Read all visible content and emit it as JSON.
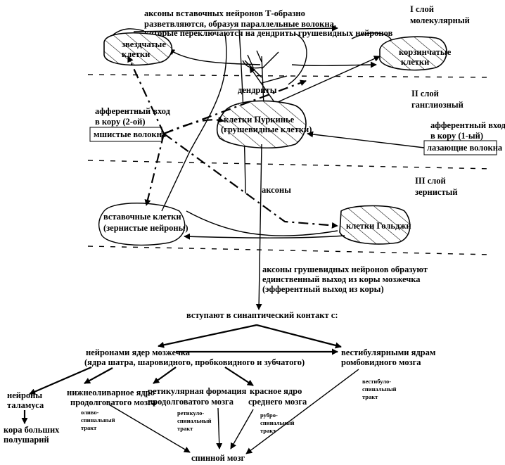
{
  "layers": {
    "molecular": [
      "I слой",
      "молекулярный"
    ],
    "ganglionic": [
      "II слой",
      "ганглиозный"
    ],
    "granular": [
      "III слой",
      "зернистый"
    ]
  },
  "axon_note": [
    "аксоны вставочных нейронов Т-образно",
    "разветвляются, образуя параллельные волокна,",
    "которые переключаются на дендриты грушевидных нейронов"
  ],
  "cells": {
    "stellate": [
      "звездчатые",
      "клетки"
    ],
    "basket": [
      "корзинчатые",
      "клетки"
    ],
    "purkinje": [
      "клетки Пуркинье",
      "(грушевидные клетки)"
    ],
    "granule": [
      "вставочные клетки",
      "(зернистые нейроны)"
    ],
    "golgi": "клетки Гольджи"
  },
  "labels": {
    "dendrites": "дендриты",
    "axons": "аксоны",
    "afferent2": [
      "афферентный вход",
      "в кору (2-ой)"
    ],
    "mossy": "мшистые волокна",
    "afferent1": [
      "афферентный вход",
      "в кору (1-ый)"
    ],
    "climbing": "лазающие волокна",
    "efferent": [
      "аксоны грушевидных нейронов образуют",
      "единственный выход из коры мозжечка",
      "(эфферентный выход из коры)"
    ],
    "synaptic": "вступают в синаптический контакт с:"
  },
  "targets": {
    "cerebellar_nuclei": [
      "нейронами ядер мозжечка",
      "(ядра шатра, шаровидного, пробковидного и зубчатого)"
    ],
    "vestibular": [
      "вестибулярными ядрам",
      "ромбовидного мозга"
    ],
    "thalamus": [
      "нейроны",
      "таламуса"
    ],
    "cortex": [
      "кора больших",
      "полушарий"
    ],
    "olive": [
      "нижнеоливарное ядро",
      "продолговатого мозга"
    ],
    "reticular": [
      "ретикулярная формация",
      "продолговатого мозга"
    ],
    "red": [
      "красное ядро",
      "среднего мозга"
    ],
    "spinal": "спинной мозг"
  },
  "tracts": {
    "olive": [
      "оливо-",
      "спинальный",
      "тракт"
    ],
    "reticular": [
      "ретикуло-",
      "спинальный",
      "тракт"
    ],
    "rubro": [
      "рубро-",
      "спинальный",
      "тракт"
    ],
    "vestibulo": [
      "вестибуло-",
      "спинальный",
      "тракт"
    ]
  }
}
